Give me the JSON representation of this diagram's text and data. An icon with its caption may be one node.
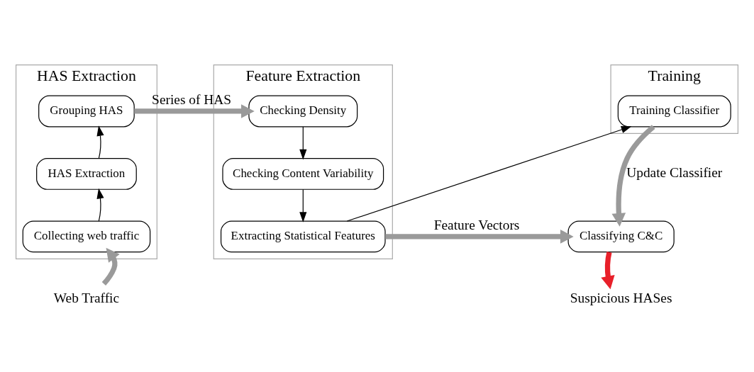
{
  "diagram": {
    "nodes": [
      {
        "text": [
          "HAS Extraction"
        ]
      },
      {
        "text": [
          "Grouping HAS"
        ],
        "in": 0
      },
      {
        "text": [
          "HAS Extraction"
        ],
        "in": 0
      },
      {
        "text": [
          "Collecting web traffic"
        ],
        "in": 0
      },
      {
        "text": [
          "Feature Extraction"
        ]
      },
      {
        "text": [
          "Checking Density"
        ],
        "in": 4
      },
      {
        "text": [
          "Checking Content Variability"
        ],
        "in": 4
      },
      {
        "text": [
          "Extracting Statistical Features"
        ],
        "in": 4
      },
      {
        "text": [
          "Training"
        ]
      },
      {
        "text": [
          "Training Classifier"
        ],
        "in": 8
      },
      {
        "text": [
          "Classifying C&C"
        ]
      },
      {
        "text": [
          "Web Traffic"
        ]
      },
      {
        "text": [
          "Suspicious HASes"
        ]
      }
    ],
    "edges": [
      {
        "from": 11,
        "to": 3,
        "arrow": "to",
        "style": "thick",
        "color": "#9a9a9a"
      },
      {
        "from": 3,
        "to": 2,
        "arrow": "to"
      },
      {
        "from": 2,
        "to": 1,
        "arrow": "to"
      },
      {
        "from": 1,
        "to": 5,
        "arrow": "to",
        "label": "Series of HAS",
        "style": "thick",
        "color": "#9a9a9a"
      },
      {
        "from": 5,
        "to": 6,
        "arrow": "to"
      },
      {
        "from": 6,
        "to": 7,
        "arrow": "to"
      },
      {
        "from": 7,
        "to": 9,
        "arrow": "to"
      },
      {
        "from": 7,
        "to": 10,
        "arrow": "to",
        "label": "Feature Vectors",
        "style": "thick",
        "color": "#9a9a9a"
      },
      {
        "from": 9,
        "to": 10,
        "arrow": "to",
        "label": "Update Classifier",
        "style": "thick",
        "color": "#9a9a9a"
      },
      {
        "from": 10,
        "to": 12,
        "arrow": "to",
        "style": "thick",
        "color": "#e8202a"
      }
    ]
  }
}
